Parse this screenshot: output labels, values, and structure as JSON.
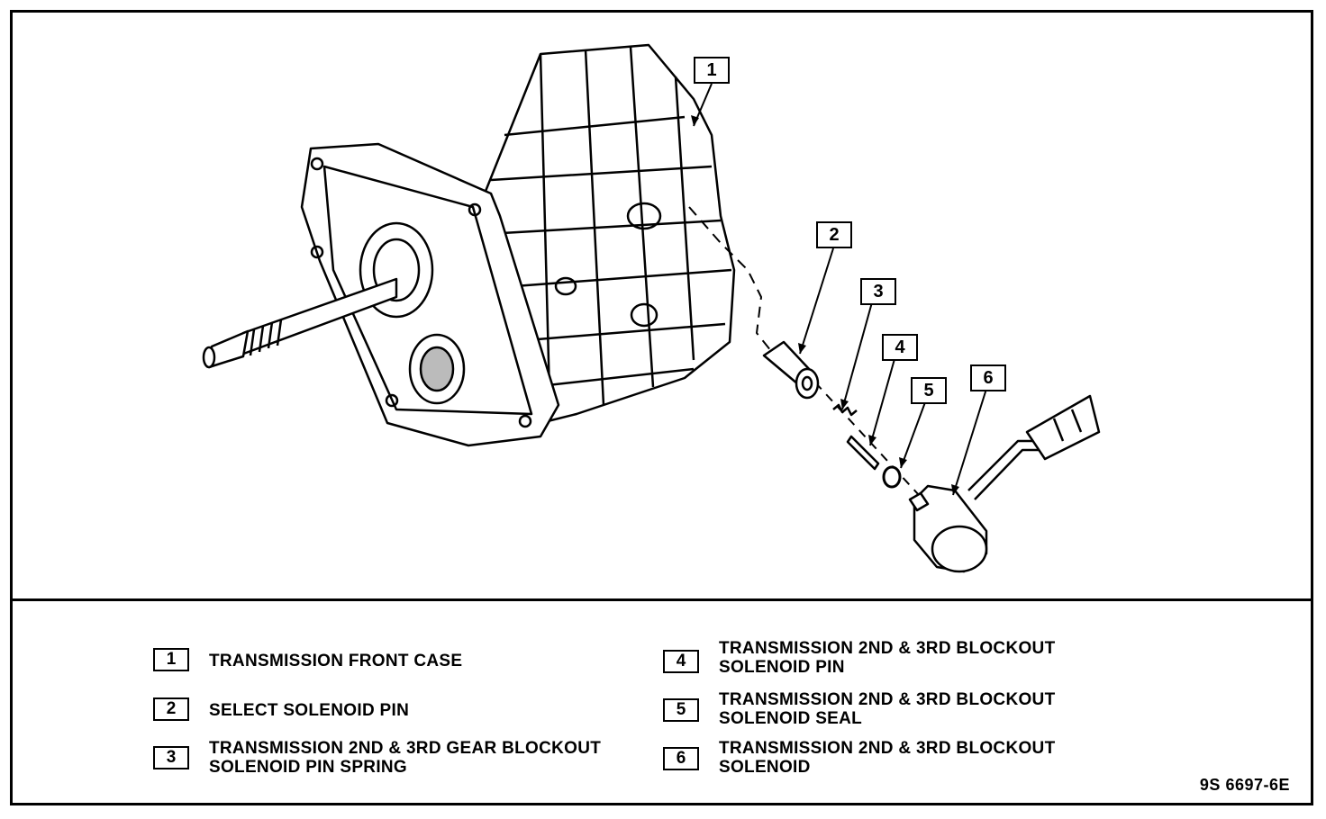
{
  "callouts": [
    "1",
    "2",
    "3",
    "4",
    "5",
    "6"
  ],
  "legend": [
    {
      "num": "1",
      "line1": "TRANSMISSION FRONT CASE",
      "line2": ""
    },
    {
      "num": "2",
      "line1": "SELECT SOLENOID PIN",
      "line2": ""
    },
    {
      "num": "3",
      "line1": "TRANSMISSION 2ND & 3RD GEAR BLOCKOUT",
      "line2": "SOLENOID PIN SPRING"
    },
    {
      "num": "4",
      "line1": "TRANSMISSION 2ND & 3RD BLOCKOUT",
      "line2": "SOLENOID PIN"
    },
    {
      "num": "5",
      "line1": "TRANSMISSION 2ND & 3RD BLOCKOUT",
      "line2": "SOLENOID SEAL"
    },
    {
      "num": "6",
      "line1": "TRANSMISSION 2ND & 3RD BLOCKOUT",
      "line2": "SOLENOID"
    }
  ],
  "figure_code": "9S 6697-6E"
}
